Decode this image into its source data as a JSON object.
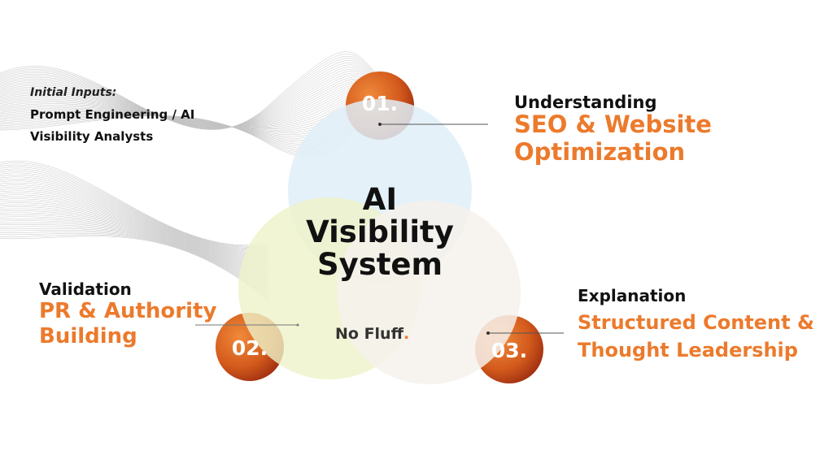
{
  "inputs": {
    "heading": "Initial Inputs:",
    "line1": "Prompt Engineering / AI",
    "line2": "Visibility Analysts"
  },
  "center": {
    "title_line1": "AI",
    "title_line2": "Visibility",
    "title_line3": "System",
    "tagline": "No Fluff",
    "tagline_dot": "."
  },
  "steps": [
    {
      "number": "01.",
      "label": "Understanding",
      "title_line1": "SEO & Website",
      "title_line2": "Optimization"
    },
    {
      "number": "02.",
      "label": "Validation",
      "title_line1": "PR & Authority",
      "title_line2": "Building"
    },
    {
      "number": "03.",
      "label": "Explanation",
      "title_line1": "Structured Content &",
      "title_line2": "Thought Leadership"
    }
  ],
  "colors": {
    "accent": "#ec7a2c",
    "accent_dark": "#a8300f",
    "circle_top": "#dfeef8",
    "circle_left": "#eef2c8",
    "circle_right": "#f6f1ec"
  }
}
